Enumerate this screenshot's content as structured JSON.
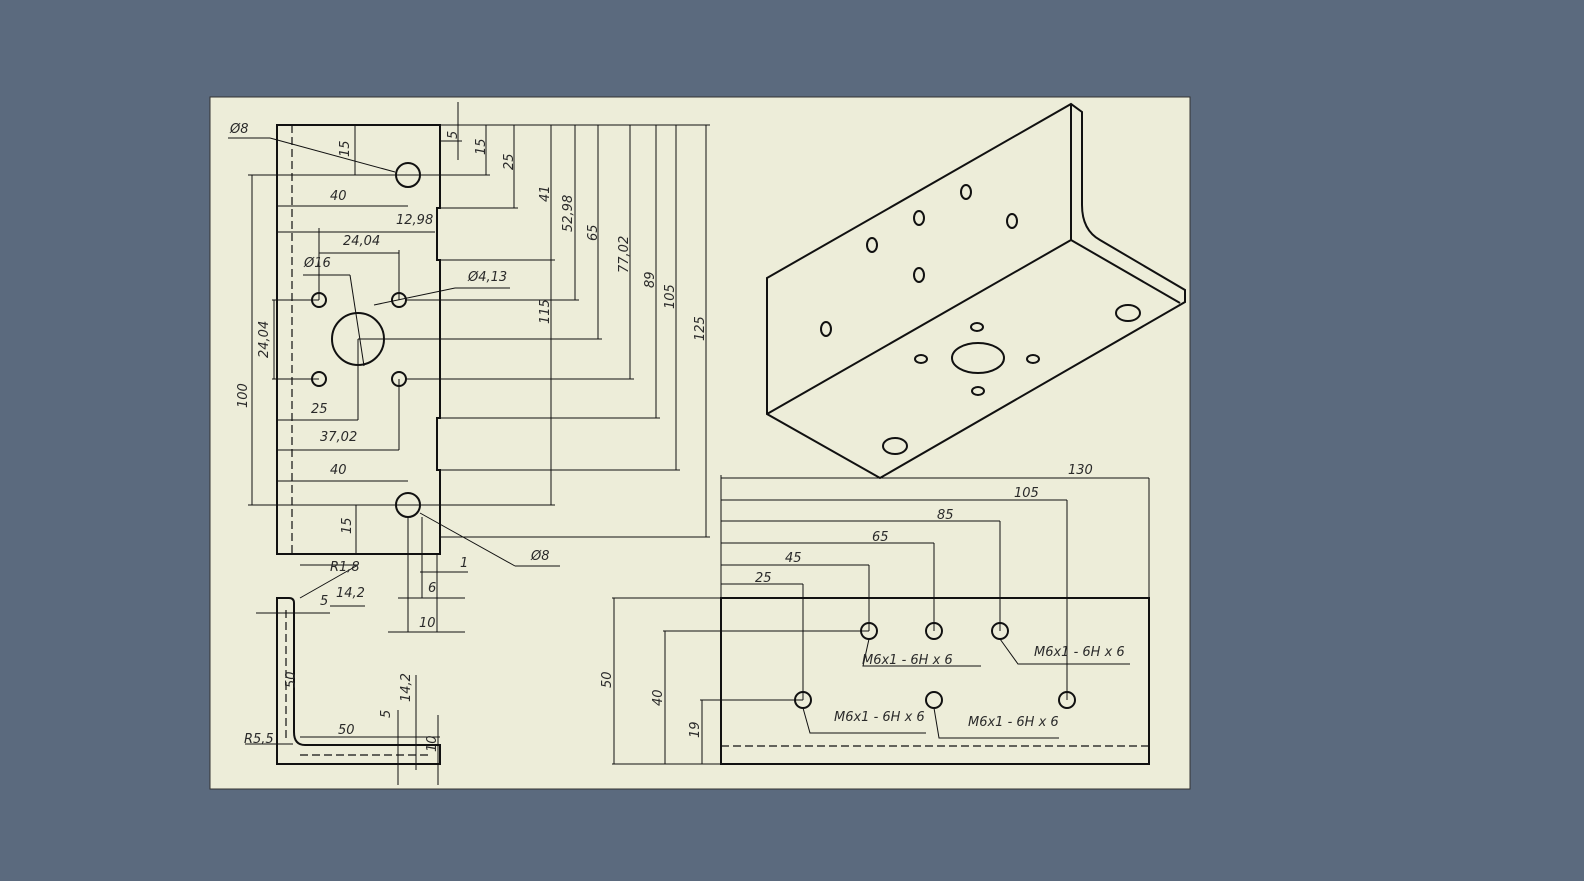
{
  "colors": {
    "background": "#5b6a7e",
    "sheet": "#ededd9",
    "ink": "#111111"
  },
  "front_view": {
    "labels": [
      "Ø8",
      "15",
      "40",
      "12,98",
      "24,04",
      "Ø16",
      "Ø4,13",
      "24,04",
      "100",
      "25",
      "37,02",
      "40",
      "15",
      "Ø8",
      "1",
      "6",
      "10"
    ],
    "right_dims": [
      "5",
      "15",
      "25",
      "41",
      "52,98",
      "65",
      "77,02",
      "89",
      "105",
      "125",
      "115"
    ]
  },
  "side_view": {
    "labels": [
      "R1,8",
      "14,2",
      "5",
      "50",
      "50",
      "5",
      "14,2",
      "10",
      "R5,5"
    ]
  },
  "bottom_view": {
    "horizontal_dims": [
      "130",
      "105",
      "85",
      "65",
      "45",
      "25"
    ],
    "vertical_dims": [
      "50",
      "40",
      "19"
    ],
    "thread_callouts": [
      "M6x1 - 6H x 6",
      "M6x1 - 6H x 6",
      "M6x1 - 6H x 6",
      "M6x1 - 6H x 6"
    ]
  }
}
